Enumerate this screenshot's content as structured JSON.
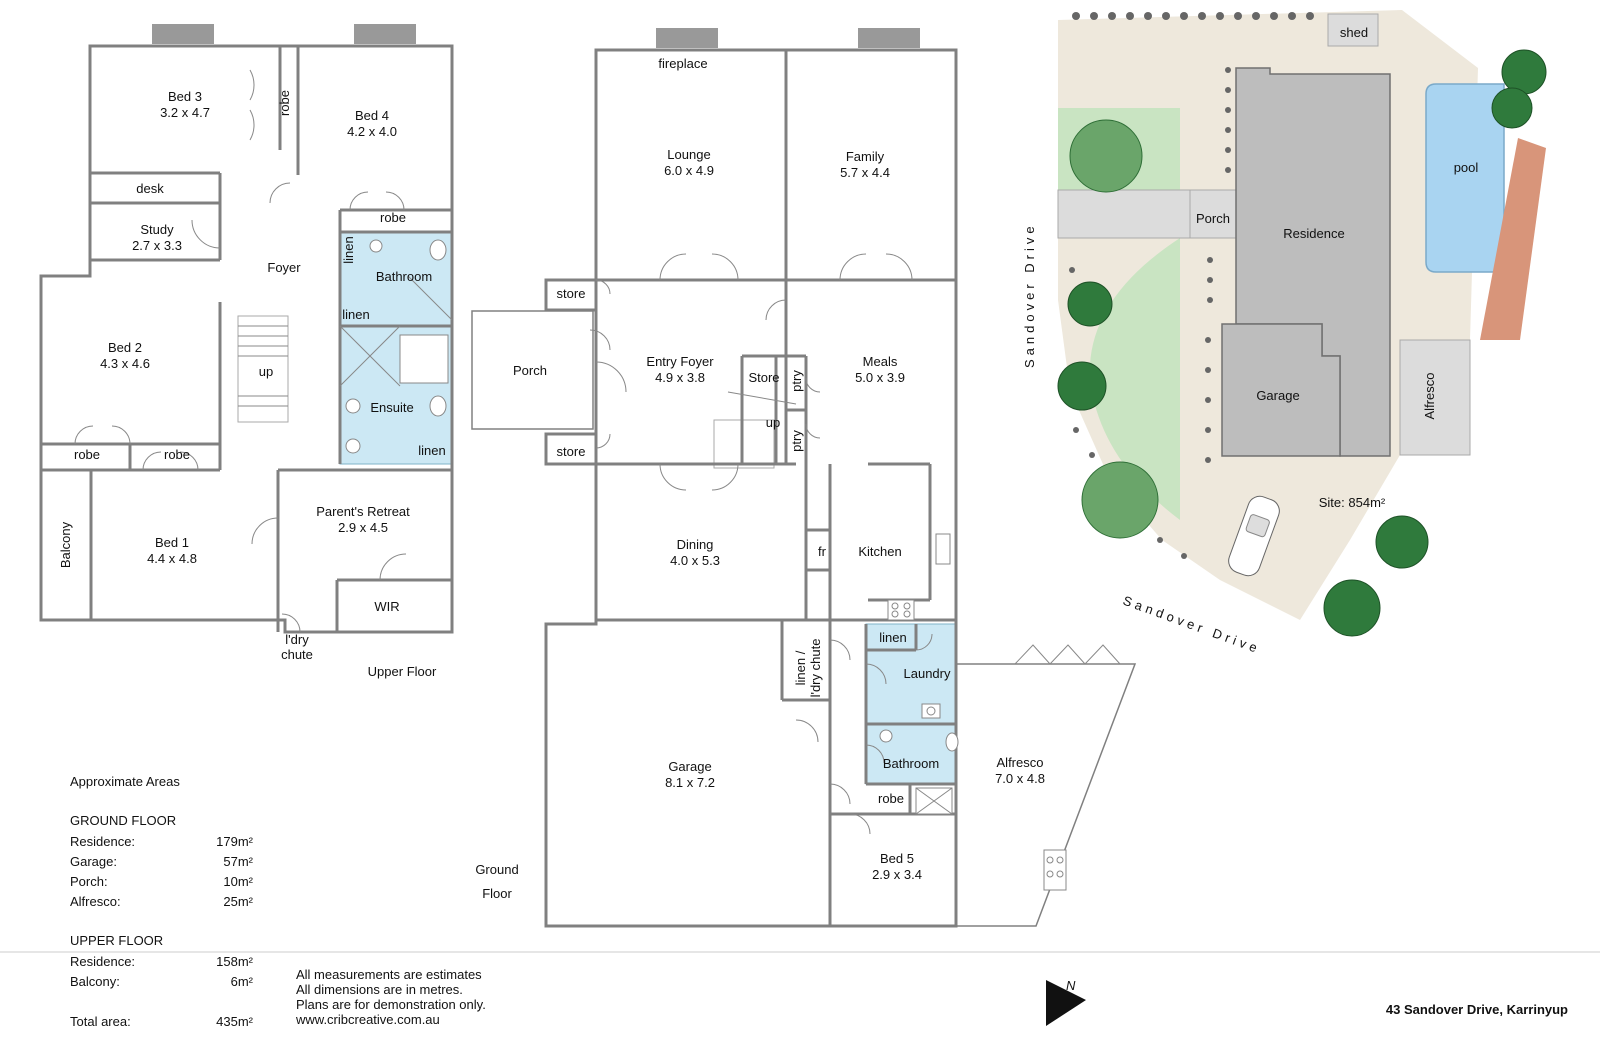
{
  "upper_floor": {
    "title": "Upper Floor",
    "rooms": [
      {
        "key": "bed3",
        "name": "Bed 3",
        "size": "3.2 x 4.7"
      },
      {
        "key": "bed4",
        "name": "Bed 4",
        "size": "4.2 x 4.0"
      },
      {
        "key": "study",
        "name": "Study",
        "size": "2.7 x 3.3"
      },
      {
        "key": "bed2",
        "name": "Bed 2",
        "size": "4.3 x 4.6"
      },
      {
        "key": "bed1",
        "name": "Bed 1",
        "size": "4.4 x 4.8"
      },
      {
        "key": "retreat",
        "name": "Parent's Retreat",
        "size": "2.9 x 4.5"
      }
    ],
    "labels": {
      "robe_bed3": "robe",
      "desk": "desk",
      "robe_bed4": "robe",
      "foyer": "Foyer",
      "linen1": "linen",
      "bathroom": "Bathroom",
      "linen2": "linen",
      "up": "up",
      "ensuite": "Ensuite",
      "linen3": "linen",
      "robe_bed2": "robe",
      "robe_bed1": "robe",
      "balcony": "Balcony",
      "wir": "WIR",
      "ldry": "l'dry",
      "chute": "chute"
    }
  },
  "ground_floor": {
    "title_line1": "Ground",
    "title_line2": "Floor",
    "rooms": [
      {
        "key": "lounge",
        "name": "Lounge",
        "size": "6.0 x 4.9"
      },
      {
        "key": "family",
        "name": "Family",
        "size": "5.7 x 4.4"
      },
      {
        "key": "entry",
        "name": "Entry Foyer",
        "size": "4.9 x 3.8"
      },
      {
        "key": "meals",
        "name": "Meals",
        "size": "5.0 x 3.9"
      },
      {
        "key": "dining",
        "name": "Dining",
        "size": "4.0 x 5.3"
      },
      {
        "key": "garage",
        "name": "Garage",
        "size": "8.1 x 7.2"
      },
      {
        "key": "alfresco",
        "name": "Alfresco",
        "size": "7.0 x 4.8"
      },
      {
        "key": "bed5",
        "name": "Bed 5",
        "size": "2.9 x 3.4"
      }
    ],
    "labels": {
      "fireplace": "fireplace",
      "store1": "store",
      "store2": "store",
      "porch": "Porch",
      "store3": "Store",
      "up": "up",
      "ptry1": "ptry",
      "ptry2": "ptry",
      "kitchen": "Kitchen",
      "fr": "fr",
      "linen_chute1": "linen /",
      "linen_chute2": "l'dry chute",
      "linen": "linen",
      "laundry": "Laundry",
      "bathroom": "Bathroom",
      "robe": "robe"
    }
  },
  "site_plan": {
    "street1": "Sandover Drive",
    "street2": "Sandover Drive",
    "shed": "shed",
    "porch": "Porch",
    "residence": "Residence",
    "pool": "pool",
    "garage": "Garage",
    "alfresco": "Alfresco",
    "site_area": "Site: 854m²"
  },
  "areas": {
    "title": "Approximate Areas",
    "ground_heading": "GROUND FLOOR",
    "ground": [
      {
        "label": "Residence:",
        "value": "179m²"
      },
      {
        "label": "Garage:",
        "value": "57m²"
      },
      {
        "label": "Porch:",
        "value": "10m²"
      },
      {
        "label": "Alfresco:",
        "value": "25m²"
      }
    ],
    "upper_heading": "UPPER FLOOR",
    "upper": [
      {
        "label": "Residence:",
        "value": "158m²"
      },
      {
        "label": "Balcony:",
        "value": "6m²"
      }
    ],
    "total_label": "Total area:",
    "total_value": "435m²"
  },
  "disclaimer": [
    "All measurements are estimates",
    "All dimensions are in metres.",
    "Plans are for demonstration only.",
    "www.cribcreative.com.au"
  ],
  "north_label": "N",
  "address": "43 Sandover Drive, Karrinyup"
}
